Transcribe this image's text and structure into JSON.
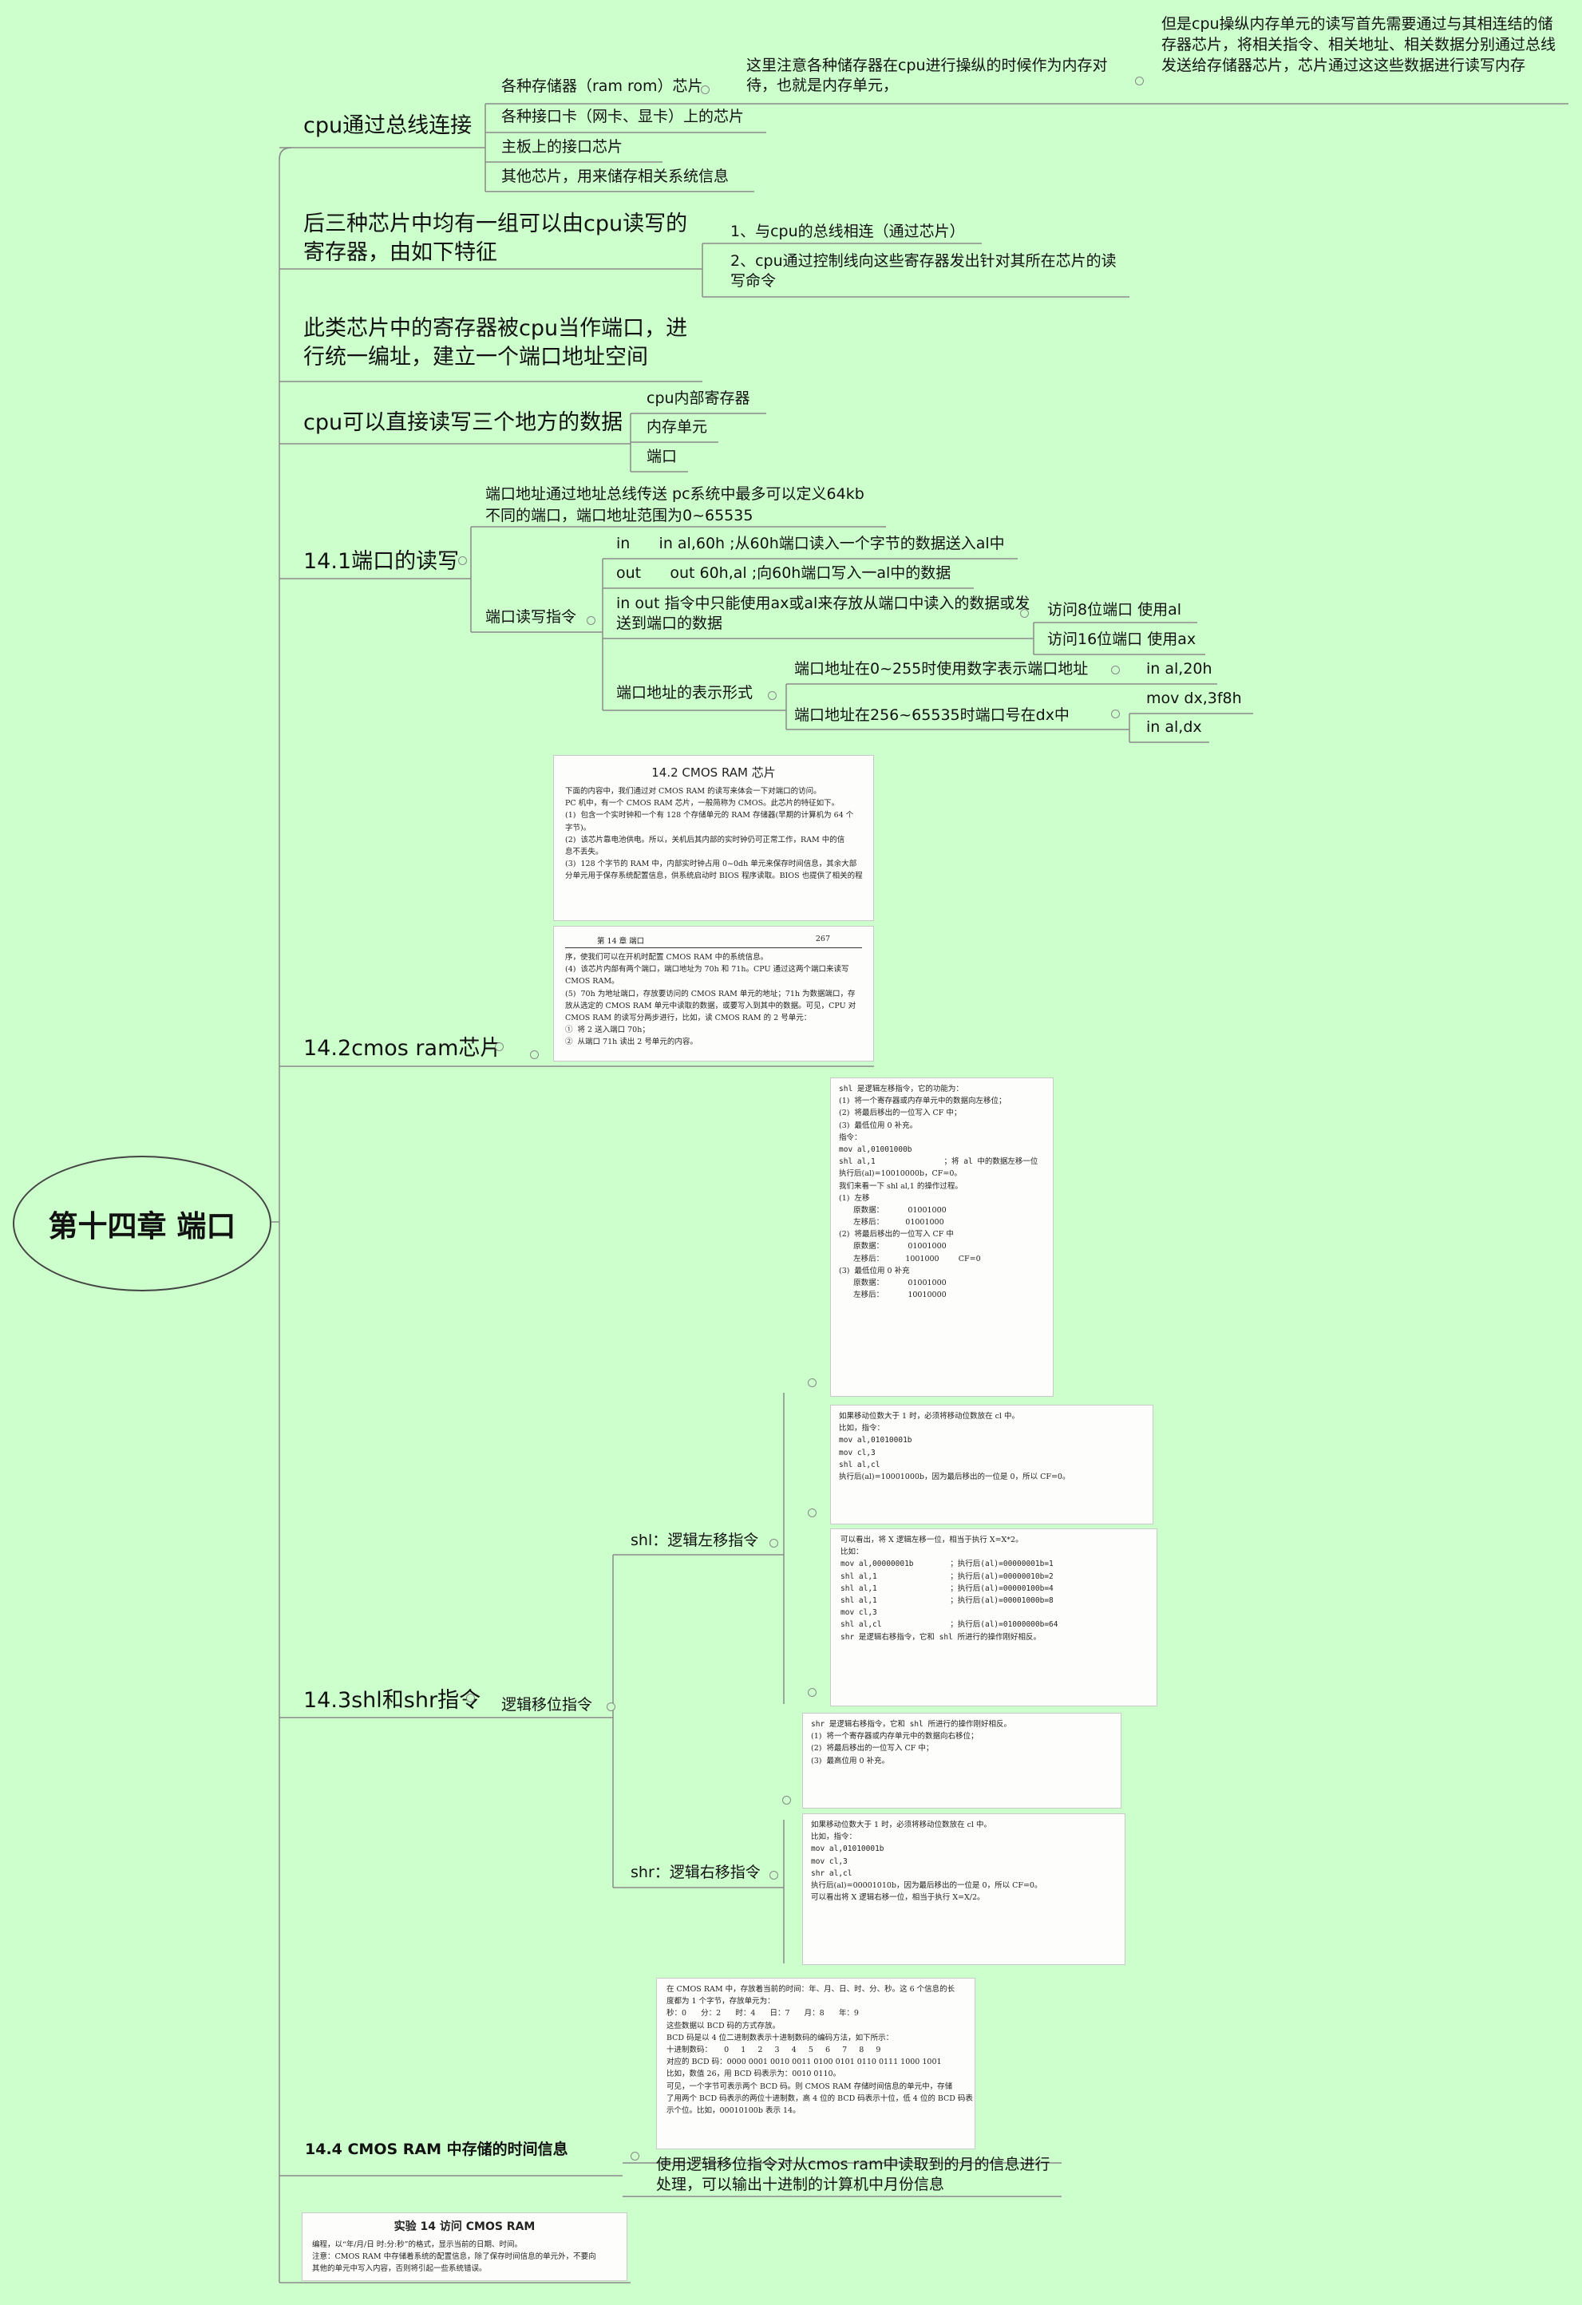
{
  "root": "第十四章 端口",
  "b1": {
    "title": "cpu通过总线连接",
    "items": [
      "各种存储器（ram rom）芯片",
      "各种接口卡（网卡、显卡）上的芯片",
      "主板上的接口芯片",
      "其他芯片，用来储存相关系统信息"
    ],
    "note1": "这里注意各种储存器在cpu进行操纵的时候作为内存对待，也就是内存单元，",
    "note2": "但是cpu操纵内存单元的读写首先需要通过与其相连结的储存器芯片，将相关指令、相关地址、相关数据分别通过总线发送给存储器芯片，芯片通过这这些数据进行读写内存"
  },
  "b2": {
    "title": "后三种芯片中均有一组可以由cpu读写的寄存器，由如下特征",
    "items": [
      "1、与cpu的总线相连（通过芯片）",
      "2、cpu通过控制线向这些寄存器发出针对其所在芯片的读写命令"
    ]
  },
  "b3": {
    "title": "此类芯片中的寄存器被cpu当作端口，进行统一编址，建立一个端口地址空间"
  },
  "b4": {
    "title": "cpu可以直接读写三个地方的数据",
    "items": [
      "cpu内部寄存器",
      "内存单元",
      "端口"
    ]
  },
  "b5": {
    "title": "14.1端口的读写",
    "addr1": "端口地址通过地址总线传送 pc系统中最多可以定义64kb",
    "addr2": "不同的端口，端口地址范围为0~65535",
    "instr": "端口读写指令",
    "in": "in      in al,60h ;从60h端口读入一个字节的数据送入al中",
    "out": "out      out 60h,al ;向60h端口写入一al中的数据",
    "rule": "in out 指令中只能使用ax或al来存放从端口中读入的数据或发送到端口的数据",
    "r8": "访问8位端口 使用al",
    "r16": "访问16位端口 使用ax",
    "form": "端口地址的表示形式",
    "f1": "端口地址在0~255时使用数字表示端口地址",
    "f1x": "in al,20h",
    "f2": "端口地址在256~65535时端口号在dx中",
    "f2a": "mov dx,3f8h",
    "f2b": "in al,dx"
  },
  "b6": {
    "title": "14.2cmos ram芯片",
    "doc1": {
      "heading": "14.2   CMOS RAM 芯片",
      "lines": [
        "下面的内容中，我们通过对 CMOS RAM 的读写来体会一下对端口的访问。",
        "PC 机中，有一个 CMOS RAM 芯片，一般简称为 CMOS。此芯片的特征如下。",
        "(1)  包含一个实时钟和一个有 128 个存储单元的 RAM 存储器(早期的计算机为 64 个",
        "字节)。",
        "(2)  该芯片靠电池供电。所以，关机后其内部的实时钟仍可正常工作，RAM 中的信",
        "息不丢失。",
        "(3)  128 个字节的 RAM 中，内部实时钟占用 0~0dh 单元来保存时间信息，其余大部",
        "分单元用于保存系统配置信息，供系统启动时 BIOS 程序读取。BIOS 也提供了相关的程"
      ]
    },
    "doc2": {
      "header_left": "第 14 章   端口",
      "header_right": "267",
      "lines": [
        "序，使我们可以在开机时配置 CMOS RAM 中的系统信息。",
        "(4)  该芯片内部有两个端口，端口地址为 70h 和 71h。CPU 通过这两个端口来读写",
        "CMOS RAM。",
        "(5)  70h 为地址端口，存放要访问的 CMOS RAM 单元的地址；71h 为数据端口，存",
        "放从选定的 CMOS RAM 单元中读取的数据，或要写入到其中的数据。可见，CPU 对",
        "CMOS RAM 的读写分两步进行，比如，读 CMOS RAM 的 2 号单元：",
        "①  将 2 送入端口 70h；",
        "②  从端口 71h 读出 2 号单元的内容。"
      ]
    }
  },
  "b7": {
    "title": "14.3shl和shr指令",
    "group": "逻辑移位指令",
    "shl": "shl：逻辑左移指令",
    "shr": "shr：逻辑右移指令",
    "doc_shl1": [
      "shl 是逻辑左移指令，它的功能为：",
      "(1)  将一个寄存器或内存单元中的数据向左移位；",
      "(2)  将最后移出的一位写入 CF 中；",
      "(3)  最低位用 0 补充。",
      "指令：",
      "mov al,01001000b",
      "shl al,1               ；将 al 中的数据左移一位",
      "执行后(al)=10010000b，CF=0。",
      "我们来看一下 shl al,1 的操作过程。",
      "(1)  左移",
      "      原数据：          01001000",
      "      左移后：         01001000",
      "(2)  将最后移出的一位写入 CF 中",
      "      原数据：          01001000",
      "      左移后：         1001000        CF=0",
      "(3)  最低位用 0 补充",
      "      原数据：          01001000",
      "      左移后：          10010000"
    ],
    "doc_shl2": [
      "如果移动位数大于 1 时，必须将移动位数放在 cl 中。",
      "比如，指令：",
      "mov al,01010001b",
      "mov cl,3",
      "shl al,cl",
      "执行后(al)=10001000b，因为最后移出的一位是 0，所以 CF=0。"
    ],
    "doc_shl3": [
      "可以看出，将 X 逻辑左移一位，相当于执行 X=X*2。",
      "比如：",
      "mov al,00000001b        ；执行后(al)=00000001b=1",
      "shl al,1                ；执行后(al)=00000010b=2",
      "shl al,1                ；执行后(al)=00000100b=4",
      "shl al,1                ；执行后(al)=00001000b=8",
      "mov cl,3",
      "shl al,cl               ；执行后(al)=01000000b=64",
      "shr 是逻辑右移指令，它和 shl 所进行的操作刚好相反。"
    ],
    "doc_shr1": [
      "shr 是逻辑右移指令，它和 shl 所进行的操作刚好相反。",
      "(1)  将一个寄存器或内存单元中的数据向右移位；",
      "(2)  将最后移出的一位写入 CF 中；",
      "(3)  最高位用 0 补充。"
    ],
    "doc_shr2": [
      "如果移动位数大于 1 时，必须将移动位数放在 cl 中。",
      "比如，指令：",
      "mov al,01010001b",
      "mov cl,3",
      "shr al,cl",
      "执行后(al)=00001010b，因为最后移出的一位是 0，所以 CF=0。",
      "可以看出将 X 逻辑右移一位，相当于执行 X=X/2。"
    ]
  },
  "b8": {
    "title": "14.4    CMOS RAM 中存储的时间信息",
    "note": "使用逻辑移位指令对从cmos ram中读取到的月的信息进行处理，可以输出十进制的计算机中月份信息",
    "doc": [
      "在 CMOS RAM 中，存放着当前的时间：年、月、日、时、分、秒。这 6 个信息的长",
      "度都为 1 个字节，存放单元为：",
      "秒：0      分：2      时：4      日：7      月：8      年：9",
      "这些数据以 BCD 码的方式存放。",
      "BCD 码是以 4 位二进制数表示十进制数码的编码方法，如下所示：",
      "十进制数码：     0     1     2     3     4     5     6     7     8     9",
      "对应的 BCD 码：0000 0001 0010 0011 0100 0101 0110 0111 1000 1001",
      "比如，数值 26，用 BCD 码表示为：0010 0110。",
      "可见，一个字节可表示两个 BCD 码。则 CMOS RAM 存储时间信息的单元中，存储",
      "了用两个 BCD 码表示的两位十进制数，高 4 位的 BCD 码表示十位，低 4 位的 BCD 码表",
      "示个位。比如，00010100b 表示 14。"
    ]
  },
  "b9": {
    "heading": "实验 14    访问 CMOS RAM",
    "lines": [
      "编程，以“年/月/日 时:分:秒”的格式，显示当前的日期、时间。",
      "注意：CMOS RAM 中存储着系统的配置信息，除了保存时间信息的单元外，不要向",
      "其他的单元中写入内容，否则将引起一些系统错误。"
    ]
  }
}
